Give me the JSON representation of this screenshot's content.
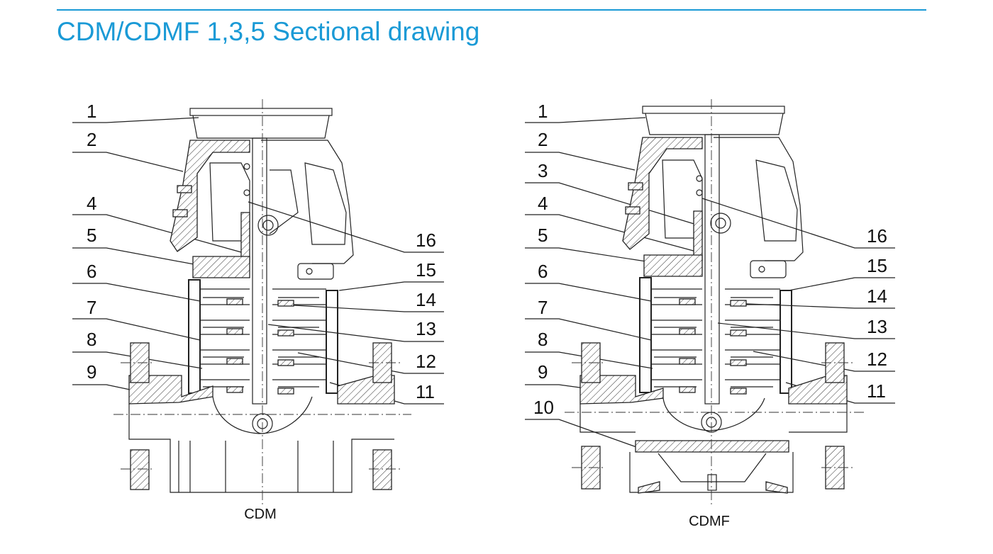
{
  "title": "CDM/CDMF 1,3,5 Sectional drawing",
  "colors": {
    "accent": "#1a9ad6",
    "line": "#222222"
  },
  "drawings": [
    {
      "caption": "CDM",
      "left_callouts": [
        "1",
        "2",
        "4",
        "5",
        "6",
        "7",
        "8",
        "9"
      ],
      "right_callouts": [
        "16",
        "15",
        "14",
        "13",
        "12",
        "11"
      ]
    },
    {
      "caption": "CDMF",
      "left_callouts": [
        "1",
        "2",
        "3",
        "4",
        "5",
        "6",
        "7",
        "8",
        "9",
        "10"
      ],
      "right_callouts": [
        "16",
        "15",
        "14",
        "13",
        "12",
        "11"
      ]
    }
  ]
}
